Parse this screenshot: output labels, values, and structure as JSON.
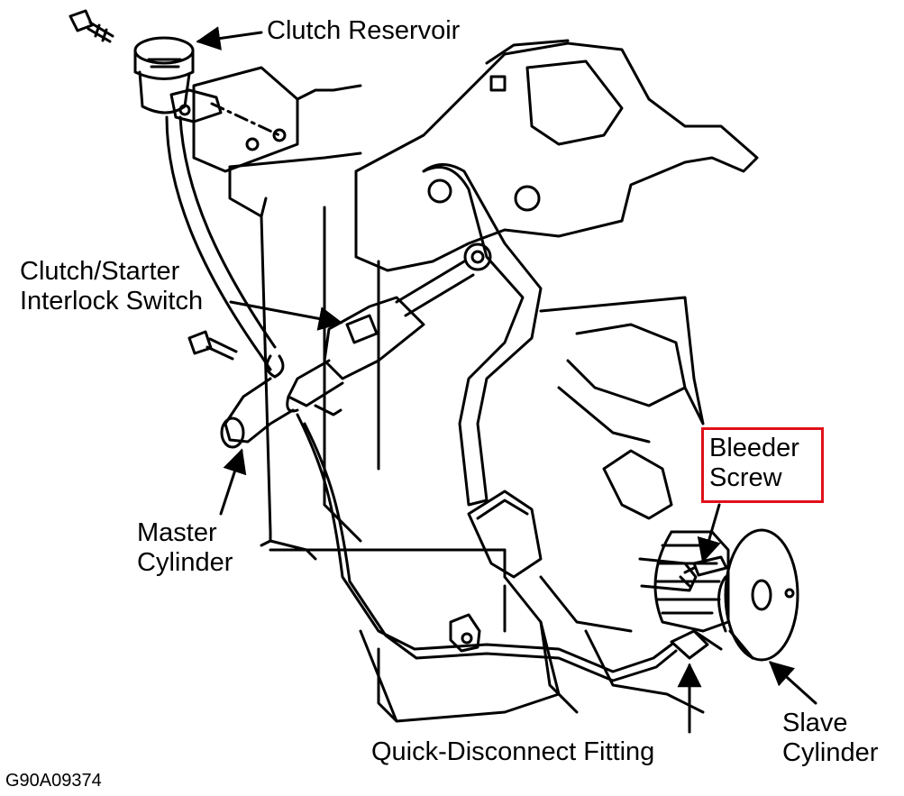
{
  "labels": {
    "clutch_reservoir": "Clutch Reservoir",
    "interlock_line1": "Clutch/Starter",
    "interlock_line2": "Interlock Switch",
    "master_line1": "Master",
    "master_line2": "Cylinder",
    "bleeder_line1": "Bleeder",
    "bleeder_line2": "Screw",
    "slave_line1": "Slave",
    "slave_line2": "Cylinder",
    "quick_disconnect": "Quick-Disconnect Fitting",
    "figure_id": "G90A09374"
  },
  "colors": {
    "line": "#000000",
    "highlight": "#e0101a",
    "background": "#ffffff"
  }
}
